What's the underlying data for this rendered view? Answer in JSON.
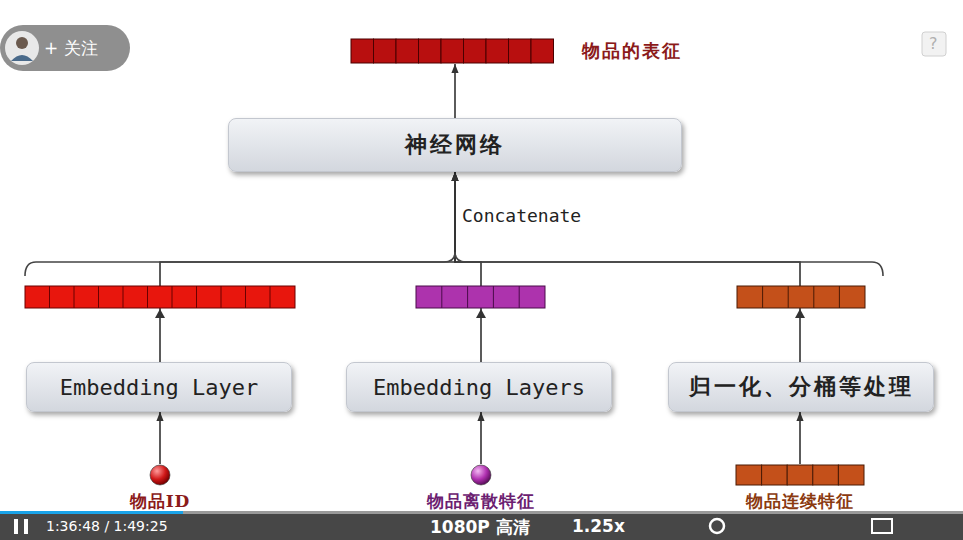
{
  "diagram": {
    "nodes": [
      {
        "text": [
          "物品的表征"
        ]
      },
      {
        "text": [
          "神经网络"
        ]
      },
      {
        "text": [
          "Embedding Layer"
        ]
      },
      {
        "text": [
          "Embedding Layers"
        ]
      },
      {
        "text": [
          "归一化、分桶等处理"
        ]
      },
      {
        "text": [
          "物品ID"
        ]
      },
      {
        "text": [
          "物品离散特征"
        ]
      },
      {
        "text": [
          "物品连续特征"
        ]
      }
    ],
    "edges": [
      {
        "from": 5,
        "to": 2,
        "arrow": "to"
      },
      {
        "from": 6,
        "to": 3,
        "arrow": "to"
      },
      {
        "from": 7,
        "to": 4,
        "arrow": "to"
      },
      {
        "from": 2,
        "to": 1,
        "arrow": "to"
      },
      {
        "from": 3,
        "to": 1,
        "arrow": "to"
      },
      {
        "from": 4,
        "to": 1,
        "arrow": "to"
      },
      {
        "from": 1,
        "to": 0,
        "arrow": "to"
      }
    ],
    "labels": [
      "+ 关注",
      "Concatenate",
      "1:36:48 / 1:49:25",
      "1080P 高清",
      "1.25x",
      "?"
    ]
  }
}
